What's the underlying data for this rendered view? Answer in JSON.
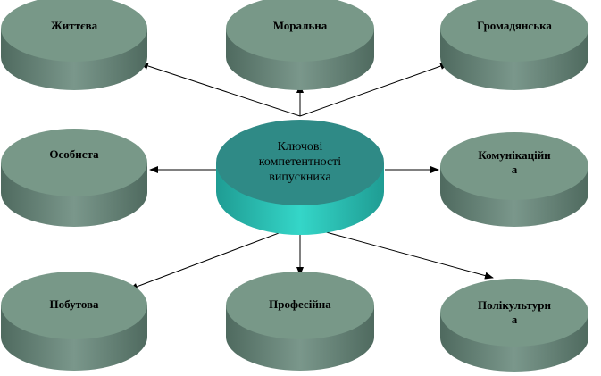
{
  "center": {
    "label": "Ключові\nкомпетентності\nвипускника"
  },
  "nodes": [
    {
      "label": "Життєва"
    },
    {
      "label": "Моральна"
    },
    {
      "label": "Громадянська"
    },
    {
      "label": "Особиста"
    },
    {
      "label": "Комунікаційн\nа"
    },
    {
      "label": "Побутова"
    },
    {
      "label": "Професійна"
    },
    {
      "label": "Полікультурн\nа"
    }
  ],
  "colors": {
    "node_top": "#789888",
    "node_side": "#5f7d70",
    "center_top": "#2f8a86",
    "center_side": "#2db8ad"
  }
}
